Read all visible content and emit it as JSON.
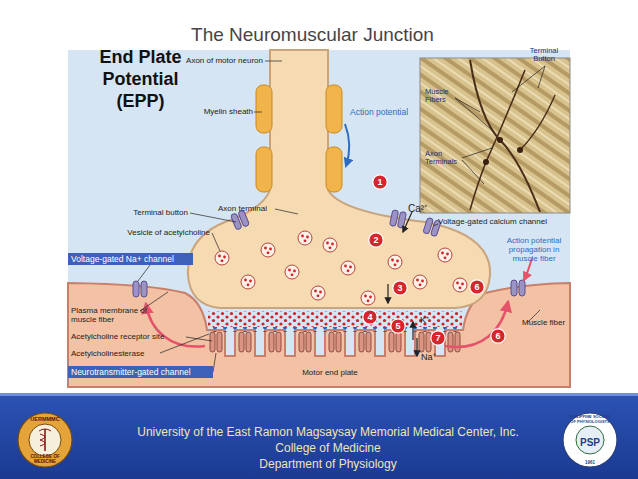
{
  "diagram": {
    "title": "The Neuromuscular Junction",
    "nodes": [
      {
        "text": [
          "1"
        ]
      },
      {
        "text": [
          "2"
        ]
      },
      {
        "text": [
          "Voltage-gated Na+ channel"
        ]
      },
      {
        "text": [
          "6"
        ]
      },
      {
        "text": [
          "3"
        ]
      },
      {
        "text": [
          "4"
        ]
      },
      {
        "text": [
          "5"
        ]
      },
      {
        "text": [
          "7"
        ]
      },
      {
        "text": [
          "6"
        ]
      },
      {
        "text": [
          "Neurotransmitter-gated channel"
        ]
      },
      {
        "text": [
          "University of the East Ramon Magsaysay Memorial Medical Center, Inc.",
          "College of Medicine",
          "Department of Physiology"
        ]
      },
      {
        "text": [
          "UERMMMC",
          "COLLEGE OF MEDICINE"
        ],
        "in": 10
      },
      {
        "text": [
          "PHILIPPINE SOCIETY OF PHYSIOLOGISTS",
          "PSP",
          "1961"
        ],
        "in": 10
      }
    ],
    "labels": [
      "Axon of motor neuron",
      "Myelin sheath",
      "Action potential",
      "Terminal Button",
      "Muscle Fibers",
      "Axon Terminals",
      "Terminal button",
      "Axon terminal",
      "Ca²⁺",
      "Vesicle of acetylcholine",
      "Voltage-gated calcium channel",
      "Action potential propagation in muscle fiber",
      "Plasma membrane of muscle fiber",
      "Acetylcholine receptor site",
      "Acetylcholinesterase",
      "K⁺",
      "Na⁺",
      "Muscle fiber",
      "Motor end plate",
      "End Plate Potential (EPP)"
    ]
  }
}
